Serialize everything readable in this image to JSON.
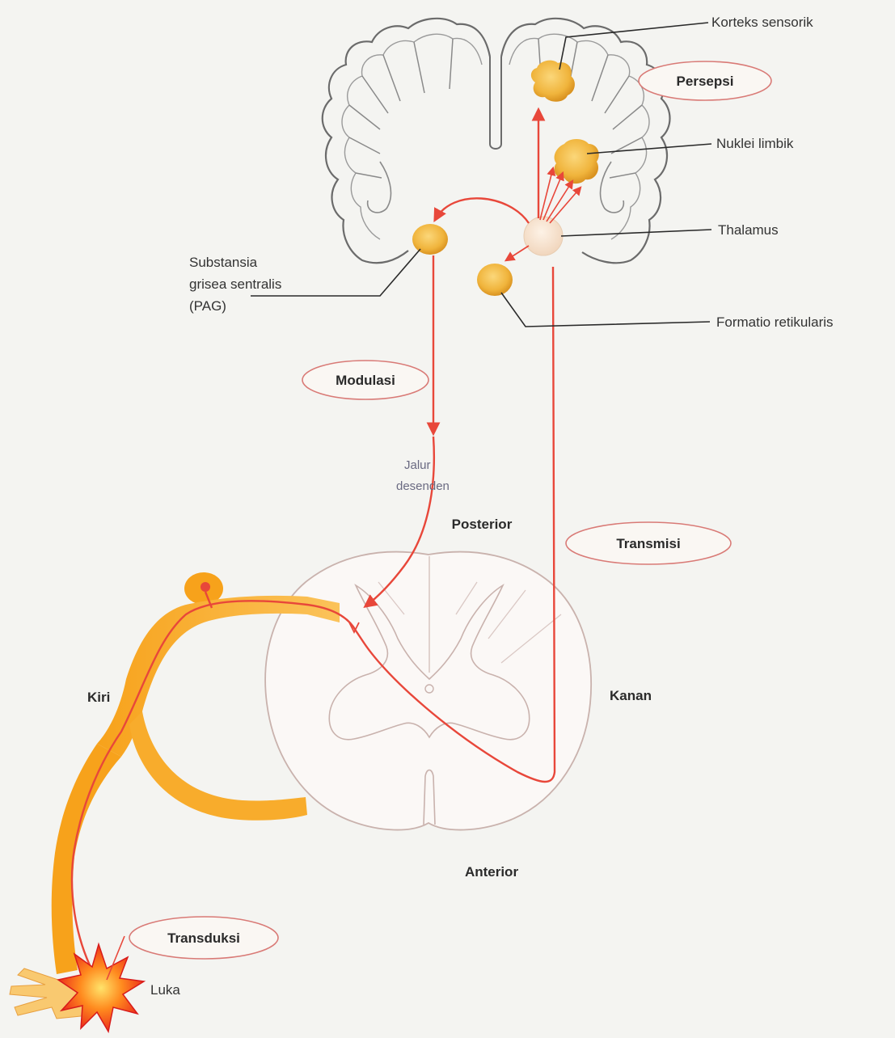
{
  "labels": {
    "korteks_sensorik": "Korteks sensorik",
    "persepsi": "Persepsi",
    "nuklei_limbik": "Nuklei limbik",
    "thalamus": "Thalamus",
    "substansia_line1": "Substansia",
    "substansia_line2": "grisea sentralis",
    "substansia_line3": "(PAG)",
    "formatio": "Formatio retikularis",
    "modulasi": "Modulasi",
    "jalur_line1": "Jalur",
    "jalur_line2": "desenden",
    "posterior": "Posterior",
    "transmisi": "Transmisi",
    "kiri": "Kiri",
    "kanan": "Kanan",
    "anterior": "Anterior",
    "transduksi": "Transduksi",
    "luka": "Luka"
  },
  "colors": {
    "pathway": "#e8473a",
    "nerve": "#f7a21b",
    "nucleus": "#f0b84a",
    "thalamus": "#f6e2cf",
    "brain_outline": "#6b6b6b",
    "cord_outline": "#c9b2ad",
    "oval_border": "#d97a76"
  }
}
